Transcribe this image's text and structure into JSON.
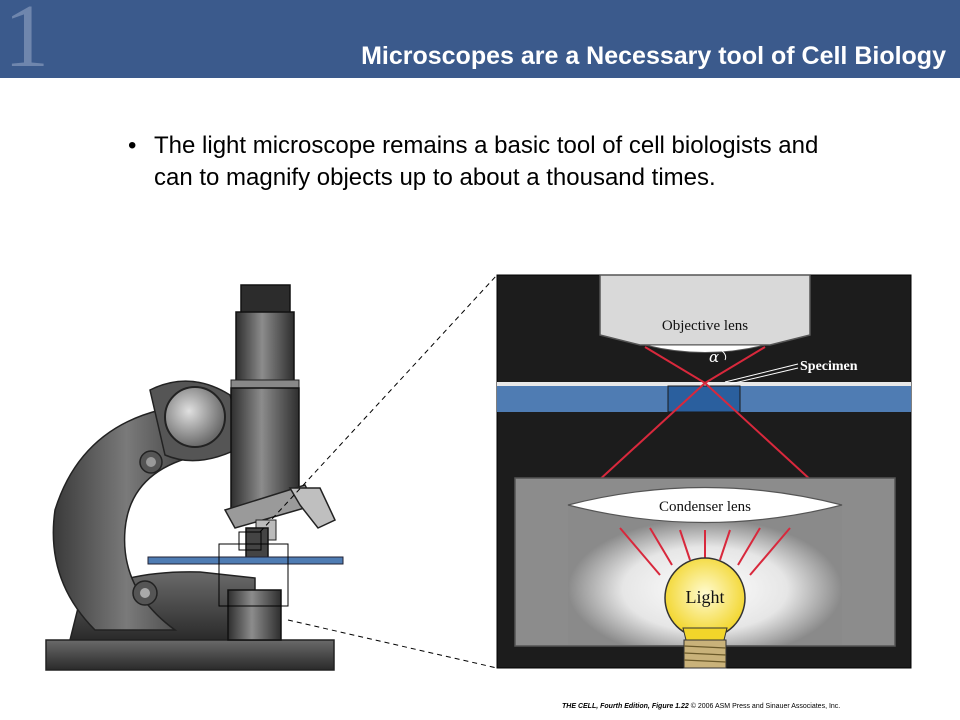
{
  "slide": {
    "chapter_number": "1",
    "title": "Microscopes are a Necessary tool of Cell Biology",
    "bullet_symbol": "•",
    "bullet_text": "The light microscope remains a basic tool of cell biologists and can to magnify objects up to about a thousand times."
  },
  "diagram": {
    "objective_lens_label": "Objective lens",
    "alpha_label": "α",
    "specimen_label": "Specimen",
    "condenser_lens_label": "Condenser lens",
    "light_label": "Light"
  },
  "credit": {
    "source": "THE CELL, Fourth Edition, Figure 1.22",
    "copyright": "© 2006 ASM Press and Sinauer Associates, Inc."
  },
  "colors": {
    "header": "#3b5a8c",
    "stage_blue": "#4f7cb3",
    "light_ray": "#d8283c",
    "bulb": "#f7e84a"
  }
}
